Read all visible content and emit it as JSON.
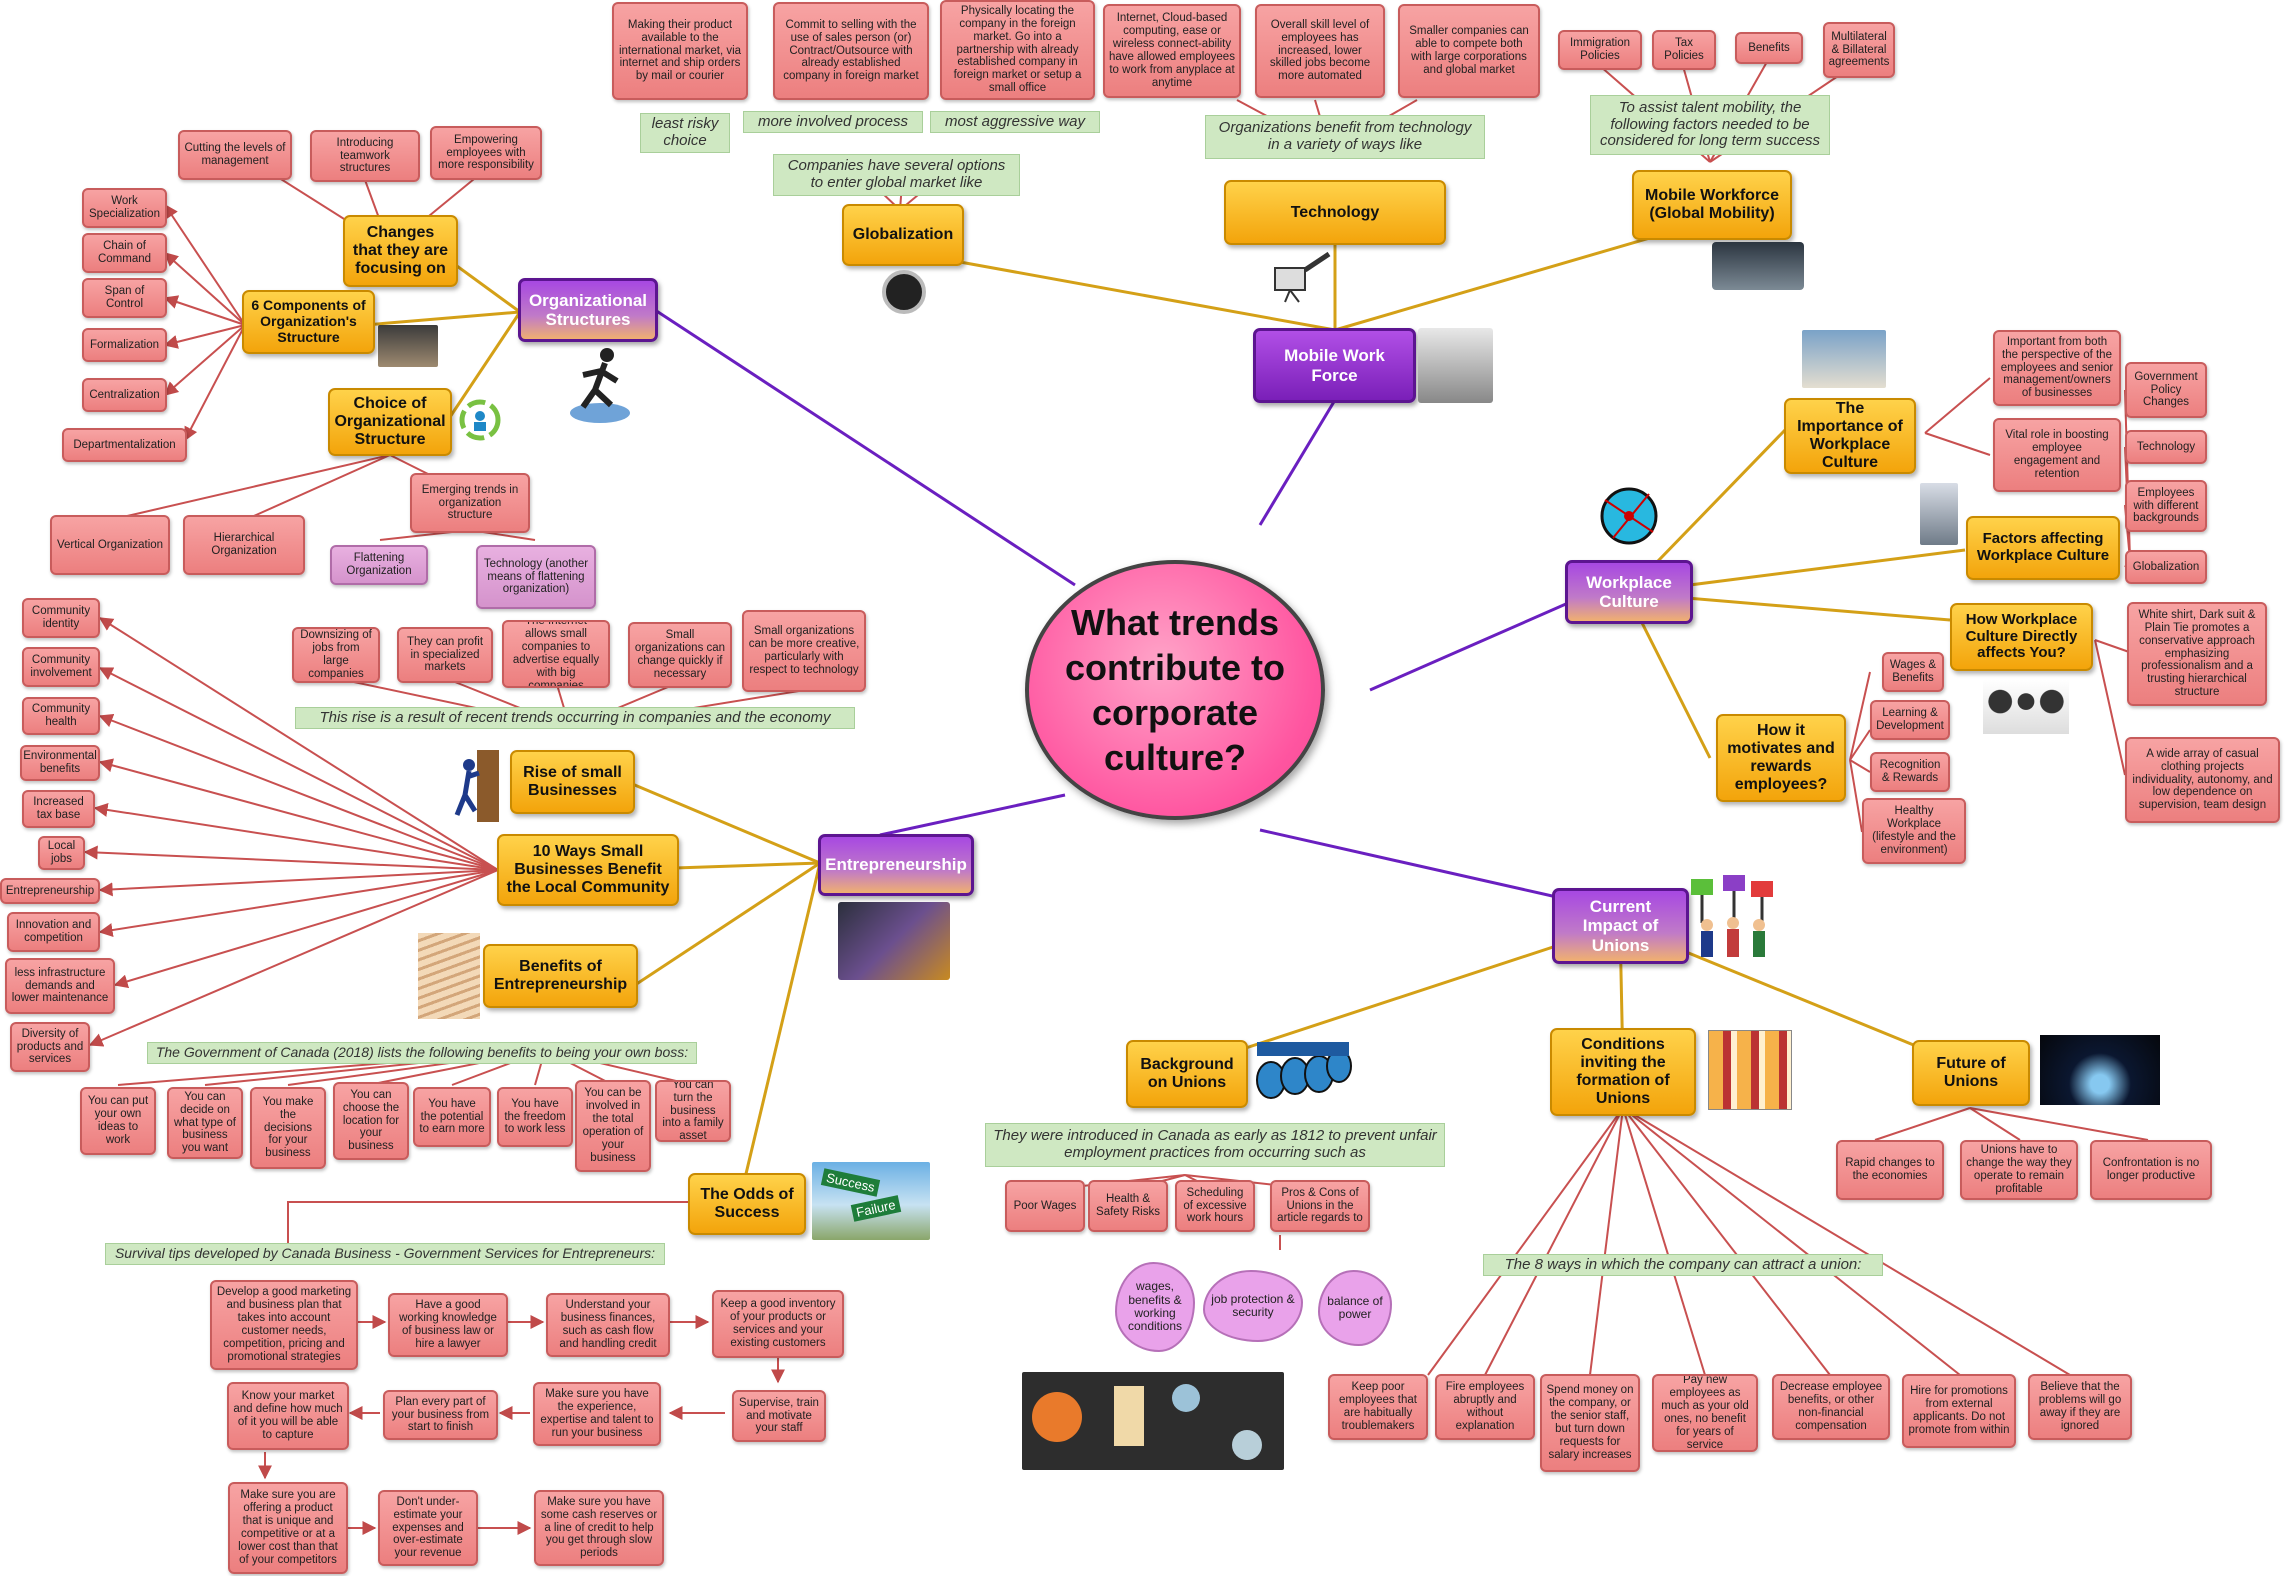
{
  "center": "What trends contribute to corporate culture?",
  "main_topics": {
    "mobile_work_force": "Mobile Work Force",
    "organizational_structures": "Organizational Structures",
    "entrepreneurship": "Entrepreneurship",
    "workplace_culture": "Workplace Culture",
    "current_impact_of_unions": "Current Impact of Unions"
  },
  "globalization": {
    "title": "Globalization",
    "note": "Companies have several options to enter global market like",
    "sub_notes": [
      "least risky choice",
      "more involved process",
      "most aggressive way"
    ],
    "leaves": [
      "Making their product available to the international market, via internet and ship orders by mail or courier",
      "Commit to selling with the use of sales person (or) Contract/Outsource with already established company in foreign market",
      "Physically locating the company in the foreign market. Go into a partnership with already established company in foreign market or setup a small office"
    ]
  },
  "technology": {
    "title": "Technology",
    "note": "Organizations benefit from technology in a variety of ways like",
    "leaves": [
      "Internet, Cloud-based computing, ease or wireless connect-ability have allowed employees to work from anyplace at anytime",
      "Overall skill level of employees has increased, lower skilled jobs become more automated",
      "Smaller companies can able to compete both with large corporations and global market"
    ]
  },
  "mobile_workforce": {
    "title": "Mobile Workforce (Global Mobility)",
    "note": "To assist talent mobility, the following factors needed to be considered for long term success",
    "leaves": [
      "Immigration Policies",
      "Tax Policies",
      "Benefits",
      "Multilateral & Billateral agreements"
    ]
  },
  "org": {
    "changes_title": "Changes that they are focusing on",
    "changes_leaves": [
      "Cutting the levels of management",
      "Introducing teamwork structures",
      "Empowering employees with more responsibility"
    ],
    "components_title": "6 Components of Organization's Structure",
    "components": [
      "Work Specialization",
      "Chain of Command",
      "Span of Control",
      "Formalization",
      "Centralization",
      "Departmentalization"
    ],
    "choice_title": "Choice of Organizational Structure",
    "choice_leaves": [
      "Vertical Organization",
      "Hierarchical Organization",
      "Emerging trends in organization structure"
    ],
    "emerging_leaves": [
      "Flattening Organization",
      "Technology (another means of flattening organization)"
    ]
  },
  "small_business": {
    "rise_title": "Rise of small Businesses",
    "note": "This rise is a result of recent trends occurring in companies and the economy",
    "leaves": [
      "Downsizing of jobs from large companies",
      "They can profit in specialized markets",
      "The Internet allows small companies to advertise equally with big companies",
      "Small organizations can change quickly if necessary",
      "Small organizations can be more creative, particularly with respect to technology"
    ],
    "ten_ways_title": "10 Ways Small Businesses Benefit the Local Community",
    "ten_ways": [
      "Community identity",
      "Community involvement",
      "Community health",
      "Environmental benefits",
      "Increased tax base",
      "Local jobs",
      "Entrepreneurship",
      "Innovation and competition",
      "less infrastructure demands and lower maintenance",
      "Diversity of products and services"
    ]
  },
  "benefits": {
    "title": "Benefits of Entrepreneurship",
    "note": "The Government of Canada (2018) lists the following benefits to being your own boss:",
    "leaves": [
      "You can put your own ideas to work",
      "You can decide on what type of business you want",
      "You make the decisions for your business",
      "You can choose the location for your business",
      "You have the potential to earn more",
      "You have the freedom to work less",
      "You can be involved in the total operation of your business",
      "You can turn the business into a family asset"
    ]
  },
  "odds": {
    "title": "The Odds of Success",
    "sign": [
      "Success",
      "Failure"
    ],
    "note": "Survival tips developed by Canada Business - Government Services for Entrepreneurs:",
    "tips": [
      "Develop a good marketing and business plan that takes into account customer needs, competition, pricing and promotional strategies",
      "Have a good working knowledge of business law or hire a lawyer",
      "Understand your business finances, such as cash flow and handling credit",
      "Keep a good inventory of your products or services and your existing customers",
      "Supervise, train and motivate your staff",
      "Make sure you have the experience, expertise and talent to run your business",
      "Plan every part of your business from start to finish",
      "Know your market and define how much of it you will be able to capture",
      "Make sure you are offering a product that is unique and competitive or at a lower cost than that of your competitors",
      "Don't under-estimate your expenses and over-estimate your revenue",
      "Make sure you have some cash reserves or a line of credit to help you get through slow periods"
    ]
  },
  "workplace": {
    "importance_title": "The Importance of Workplace Culture",
    "importance_leaves": [
      "Important from both the perspective of the employees and senior management/owners of businesses",
      "Vital role in boosting employee engagement and retention"
    ],
    "factors_title": "Factors affecting Workplace Culture",
    "factors_leaves": [
      "Government Policy Changes",
      "Technology",
      "Employees with different backgrounds",
      "Globalization"
    ],
    "how_title": "How Workplace Culture Directly affects You?",
    "how_leaves": [
      "White shirt, Dark suit & Plain Tie promotes a conservative approach emphasizing professionalism and a trusting hierarchical structure",
      "A wide array of casual clothing projects individuality, autonomy, and low dependence on supervision, team design"
    ],
    "motivates_title": "How it motivates and rewards employees?",
    "motivates_leaves": [
      "Wages & Benefits",
      "Learning & Development",
      "Recognition & Rewards",
      "Healthy Workplace (lifestyle and the environment)"
    ]
  },
  "unions": {
    "background_title": "Background on Unions",
    "background_note": "They were introduced in Canada as early as 1812 to prevent unfair employment practices from occurring such as",
    "background_leaves": [
      "Poor Wages",
      "Health & Safety Risks",
      "Scheduling of excessive work hours",
      "Pros & Cons of Unions in the article regards to"
    ],
    "clouds": [
      "wages, benefits & working conditions",
      "job protection & security",
      "balance of power"
    ],
    "conditions_title": "Conditions inviting the formation of Unions",
    "conditions_note": "The 8 ways in which the company can attract a union:",
    "conditions_leaves": [
      "Keep poor employees that are habitually troublemakers",
      "Fire employees abruptly and without explanation",
      "Spend money on the company, or the senior staff, but turn down requests for salary increases",
      "Pay new employees as much as your old ones, no benefit for years of service",
      "Decrease employee benefits, or other non-financial compensation",
      "Hire for promotions from external applicants. Do not promote from within",
      "Believe that the problems will go away if they are ignored"
    ],
    "future_title": "Future of Unions",
    "future_leaves": [
      "Rapid changes to the economies",
      "Unions have to change the way they operate to remain profitable",
      "Confrontation is no longer productive"
    ]
  },
  "colors": {
    "leaf": "#ec7f7f",
    "topic": "#f3a40b",
    "main": "#7a1fb8",
    "note": "#cfe8c2",
    "center": "#ff55a0"
  }
}
